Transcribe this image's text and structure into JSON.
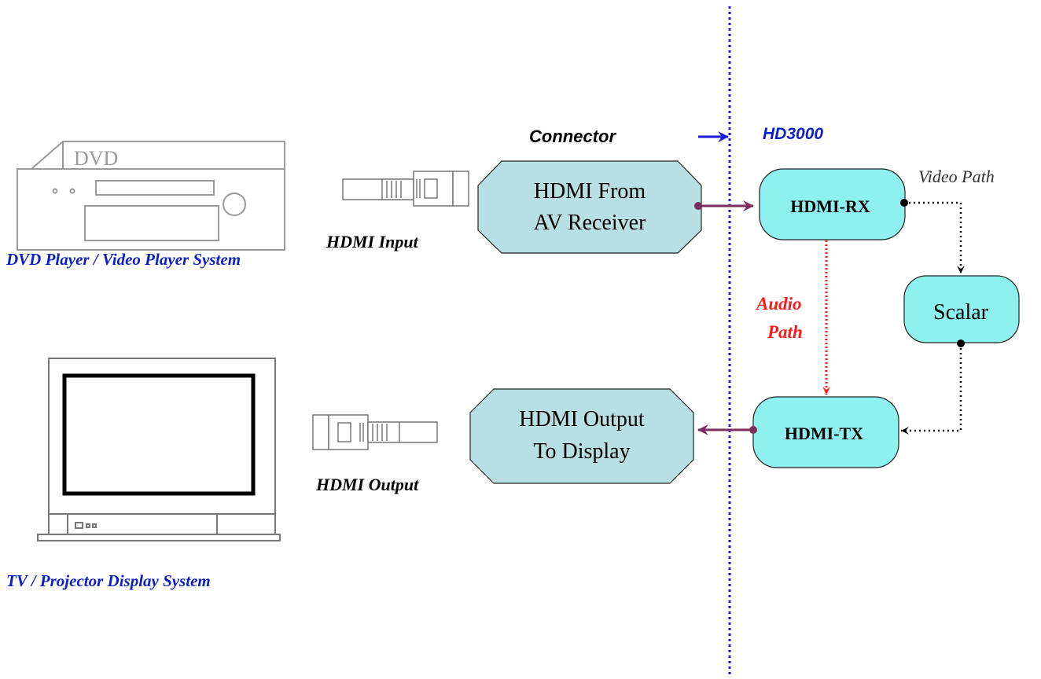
{
  "colors": {
    "box_fill_light": "#b8dfe3",
    "box_fill_cyan": "#8ff0f0",
    "arrow_maroon": "#7a2e5c",
    "divider_blue": "#1a1ad6",
    "caption_blue": "#0a1fc8",
    "audio_red": "#ff1a1a"
  },
  "labels": {
    "connector": "Connector",
    "hd3000": "HD3000",
    "video_path": "Video Path",
    "audio_path_line1": "Audio",
    "audio_path_line2": "Path",
    "hdmi_input": "HDMI Input",
    "hdmi_output": "HDMI Output"
  },
  "devices": {
    "dvd": {
      "badge": "DVD",
      "caption": "DVD Player / Video Player System"
    },
    "tv": {
      "caption": "TV / Projector Display System"
    }
  },
  "boxes": {
    "hdmi_from_line1": "HDMI From",
    "hdmi_from_line2": "AV Receiver",
    "hdmi_output_line1": "HDMI Output",
    "hdmi_output_line2": "To Display",
    "hdmi_rx": "HDMI-RX",
    "hdmi_tx": "HDMI-TX",
    "scalar": "Scalar"
  },
  "icons": [
    "dvd-player-icon",
    "tv-display-icon",
    "hdmi-input-plug-icon",
    "hdmi-output-plug-icon"
  ]
}
